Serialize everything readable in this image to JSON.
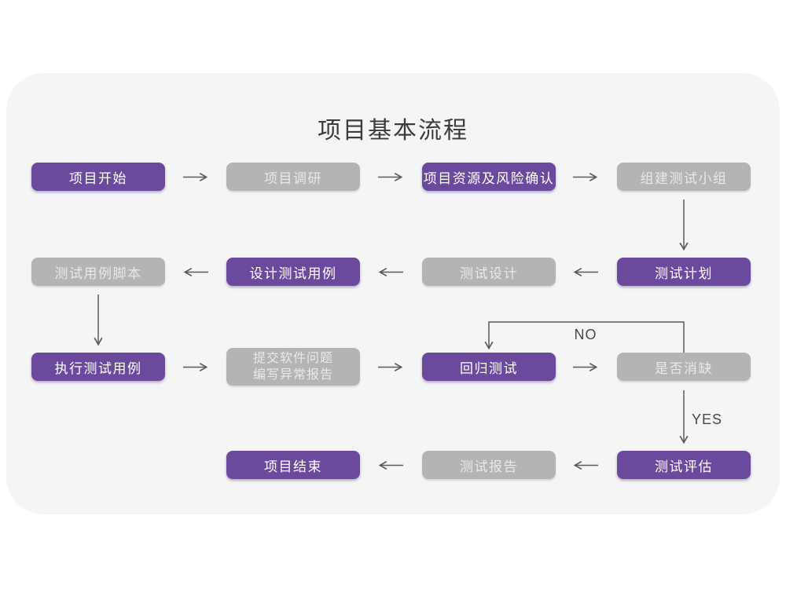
{
  "page": {
    "title": "项目基本流程"
  },
  "colors": {
    "node_purple": "#6B4A9D",
    "node_gray": "#B4B4B4",
    "card_background": "#F5F5F6",
    "page_background": "#FFFFFF",
    "arrow": "#595A5C",
    "title_text": "#3C3C3C"
  },
  "flow": {
    "nodes": [
      {
        "id": "project-start",
        "label": "项目开始",
        "variant": "purple"
      },
      {
        "id": "project-research",
        "label": "项目调研",
        "variant": "gray"
      },
      {
        "id": "resource-risk",
        "label": "项目资源及风险确认",
        "variant": "purple"
      },
      {
        "id": "build-test-team",
        "label": "组建测试小组",
        "variant": "gray"
      },
      {
        "id": "test-plan",
        "label": "测试计划",
        "variant": "purple"
      },
      {
        "id": "test-design",
        "label": "测试设计",
        "variant": "gray"
      },
      {
        "id": "design-test-cases",
        "label": "设计测试用例",
        "variant": "purple"
      },
      {
        "id": "test-case-script",
        "label": "测试用例脚本",
        "variant": "gray"
      },
      {
        "id": "execute-test-cases",
        "label": "执行测试用例",
        "variant": "purple"
      },
      {
        "id": "submit-issues",
        "label": "提交软件问题",
        "label2": "编写异常报告",
        "variant": "gray"
      },
      {
        "id": "regression-test",
        "label": "回归测试",
        "variant": "purple"
      },
      {
        "id": "defect-cleared",
        "label": "是否消缺",
        "variant": "gray"
      },
      {
        "id": "test-evaluation",
        "label": "测试评估",
        "variant": "purple"
      },
      {
        "id": "test-report",
        "label": "测试报告",
        "variant": "gray"
      },
      {
        "id": "project-end",
        "label": "项目结束",
        "variant": "purple"
      }
    ],
    "edge_labels": {
      "no": "NO",
      "yes": "YES"
    }
  }
}
